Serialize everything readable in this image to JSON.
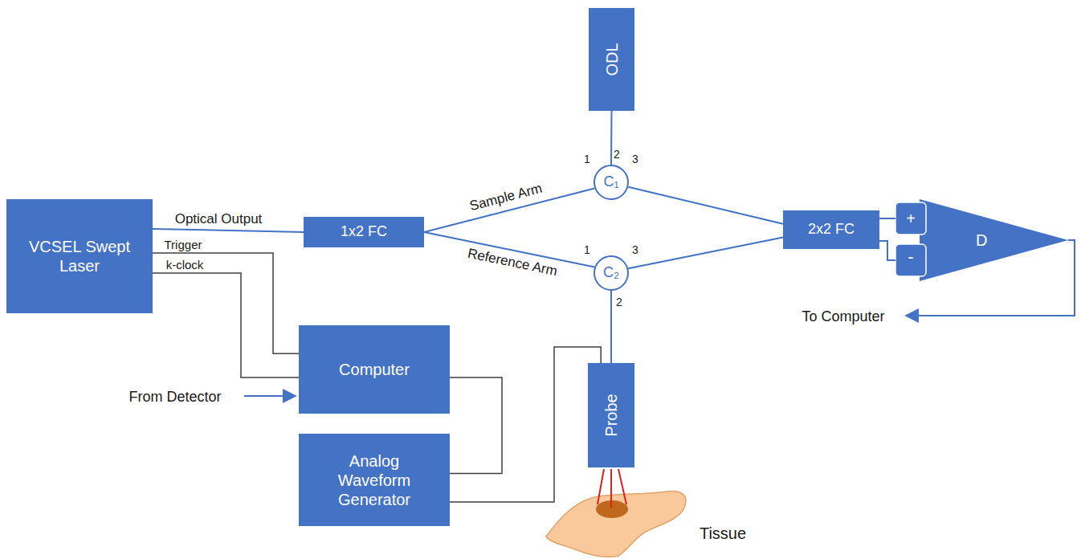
{
  "diagram": {
    "nodes": [
      {
        "text": [
          "VCSEL Swept Laser"
        ]
      },
      {
        "text": [
          "1x2 FC"
        ]
      },
      {
        "text": [
          "ODL"
        ]
      },
      {
        "text": [
          "C₁"
        ]
      },
      {
        "text": [
          "C₂"
        ]
      },
      {
        "text": [
          "2x2 FC"
        ]
      },
      {
        "text": [
          "D"
        ]
      },
      {
        "text": [
          "Computer"
        ]
      },
      {
        "text": [
          "Analog Waveform Generator"
        ]
      },
      {
        "text": [
          "Probe"
        ]
      }
    ],
    "edges": [
      {
        "from": 0,
        "to": 1,
        "arrow": "none",
        "label": "Optical Output"
      },
      {
        "from": 1,
        "to": 3,
        "arrow": "none",
        "label": "Sample Arm"
      },
      {
        "from": 1,
        "to": 4,
        "arrow": "none",
        "label": "Reference Arm"
      },
      {
        "from": 3,
        "to": 2,
        "arrow": "none"
      },
      {
        "from": 3,
        "to": 5,
        "arrow": "none"
      },
      {
        "from": 4,
        "to": 5,
        "arrow": "none"
      },
      {
        "from": 4,
        "to": 9,
        "arrow": "none"
      },
      {
        "from": 5,
        "to": 6,
        "arrow": "none"
      },
      {
        "from": 5,
        "to": 6,
        "arrow": "none"
      },
      {
        "from": 0,
        "to": 7,
        "arrow": "none",
        "label": "Trigger"
      },
      {
        "from": 0,
        "to": 7,
        "arrow": "none",
        "label": "k-clock"
      },
      {
        "from": 7,
        "to": 8,
        "arrow": "none"
      },
      {
        "from": 8,
        "to": 9,
        "arrow": "none"
      }
    ],
    "labels": [
      "2",
      "1",
      "3",
      "+",
      "-",
      "1",
      "3",
      "2",
      "To Computer",
      "From Detector",
      "Tissue"
    ]
  }
}
